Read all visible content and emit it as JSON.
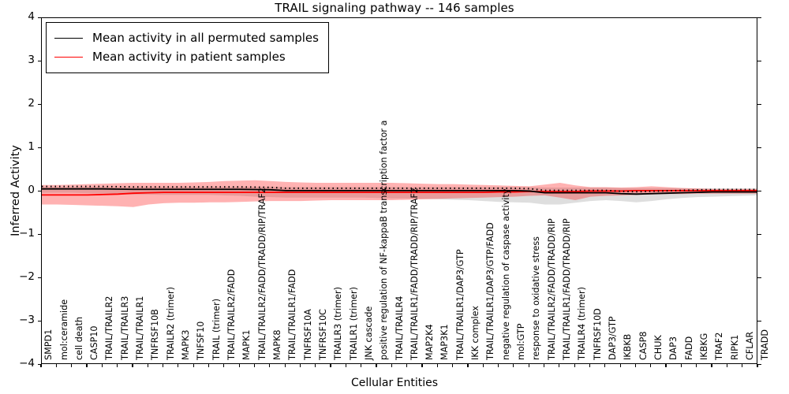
{
  "chart_data": {
    "type": "line",
    "title": "TRAIL signaling pathway -- 146 samples",
    "xlabel": "Cellular Entities",
    "ylabel": "Inferred Activity",
    "ylim": [
      -4,
      4
    ],
    "yticks": [
      "4",
      "3",
      "2",
      "1",
      "0",
      "-1",
      "-2",
      "-3",
      "-4"
    ],
    "grid": false,
    "legend_position": "upper left",
    "legend": [
      {
        "name": "Mean activity in all permuted samples",
        "color": "#000000"
      },
      {
        "name": "Mean activity in patient samples",
        "color": "#ff0000"
      }
    ],
    "categories": [
      "SMPD1",
      "mol:ceramide",
      "cell death",
      "CASP10",
      "TRAIL/TRAILR2",
      "TRAIL/TRAILR3",
      "TRAIL/TRAILR1",
      "TNFRSF10B",
      "TRAILR2 (trimer)",
      "MAPK3",
      "TNFSF10",
      "TRAIL (trimer)",
      "TRAIL/TRAILR2/FADD",
      "MAPK1",
      "TRAIL/TRAILR2/FADD/TRADD/RIP/TRAF2",
      "MAPK8",
      "TRAIL/TRAILR1/FADD",
      "TNFRSF10A",
      "TNFRSF10C",
      "TRAILR3 (trimer)",
      "TRAILR1 (trimer)",
      "JNK cascade",
      "positive regulation of NF-kappaB transcription factor a",
      "TRAIL/TRAILR4",
      "TRAIL/TRAILR1/FADD/TRADD/RIP/TRAF2",
      "MAP2K4",
      "MAP3K1",
      "TRAIL/TRAILR1/DAP3/GTP",
      "IKK complex",
      "TRAIL/TRAILR1/DAP3/GTP/FADD",
      "negative regulation of caspase activity",
      "mol:GTP",
      "response to oxidative stress",
      "TRAIL/TRAILR2/FADD/TRADD/RIP",
      "TRAIL/TRAILR1/FADD/TRADD/RIP",
      "TRAILR4 (trimer)",
      "TNFRSF10D",
      "DAP3/GTP",
      "IKBKB",
      "CASP8",
      "CHUK",
      "DAP3",
      "FADD",
      "IKBKG",
      "TRAF2",
      "RIPK1",
      "CFLAR",
      "TRADD"
    ],
    "series": [
      {
        "name": "Mean activity in all permuted samples",
        "color": "#000000",
        "values": [
          0.06,
          0.06,
          0.06,
          0.06,
          0.06,
          0.055,
          0.05,
          0.05,
          0.05,
          0.05,
          0.05,
          0.05,
          0.05,
          0.05,
          0.045,
          0.04,
          0.02,
          0.02,
          0.02,
          0.02,
          0.02,
          0.02,
          0.02,
          0.02,
          0.02,
          0.02,
          0.02,
          0.02,
          0.02,
          0.02,
          0.02,
          0.02,
          0.01,
          -0.03,
          -0.03,
          -0.03,
          -0.03,
          -0.03,
          -0.05,
          -0.06,
          -0.05,
          -0.04,
          -0.03,
          -0.02,
          -0.01,
          -0.01,
          -0.01,
          -0.01
        ],
        "band_lower": [
          -0.03,
          -0.03,
          -0.03,
          -0.04,
          -0.05,
          -0.06,
          -0.07,
          -0.07,
          -0.08,
          -0.08,
          -0.08,
          -0.08,
          -0.09,
          -0.1,
          -0.12,
          -0.13,
          -0.14,
          -0.14,
          -0.14,
          -0.14,
          -0.14,
          -0.14,
          -0.15,
          -0.16,
          -0.16,
          -0.17,
          -0.18,
          -0.19,
          -0.2,
          -0.22,
          -0.24,
          -0.25,
          -0.26,
          -0.3,
          -0.3,
          -0.26,
          -0.22,
          -0.2,
          -0.22,
          -0.25,
          -0.22,
          -0.18,
          -0.15,
          -0.13,
          -0.12,
          -0.11,
          -0.1,
          -0.09
        ],
        "band_upper": [
          0.1,
          0.1,
          0.1,
          0.11,
          0.11,
          0.11,
          0.11,
          0.11,
          0.11,
          0.11,
          0.11,
          0.11,
          0.11,
          0.11,
          0.11,
          0.11,
          0.1,
          0.1,
          0.1,
          0.1,
          0.1,
          0.1,
          0.1,
          0.1,
          0.1,
          0.1,
          0.1,
          0.1,
          0.1,
          0.1,
          0.1,
          0.1,
          0.1,
          0.09,
          0.09,
          0.09,
          0.09,
          0.09,
          0.08,
          0.08,
          0.08,
          0.08,
          0.08,
          0.07,
          0.07,
          0.07,
          0.07,
          0.07
        ]
      },
      {
        "name": "Mean activity in patient samples",
        "color": "#ff0000",
        "values": [
          -0.08,
          -0.08,
          -0.08,
          -0.08,
          -0.07,
          -0.06,
          -0.04,
          -0.03,
          -0.02,
          -0.02,
          -0.02,
          -0.02,
          -0.02,
          -0.02,
          -0.02,
          -0.02,
          -0.02,
          -0.02,
          -0.02,
          -0.02,
          -0.02,
          -0.02,
          -0.02,
          -0.02,
          -0.02,
          -0.02,
          -0.02,
          -0.02,
          -0.02,
          -0.02,
          -0.01,
          -0.01,
          0.0,
          0.0,
          0.0,
          0.0,
          0.01,
          0.01,
          0.01,
          0.02,
          0.02,
          0.02,
          0.02,
          0.02,
          0.02,
          0.02,
          0.02,
          0.02
        ],
        "band_lower": [
          -0.3,
          -0.3,
          -0.31,
          -0.32,
          -0.33,
          -0.34,
          -0.36,
          -0.3,
          -0.27,
          -0.26,
          -0.26,
          -0.25,
          -0.25,
          -0.24,
          -0.23,
          -0.22,
          -0.22,
          -0.22,
          -0.21,
          -0.2,
          -0.2,
          -0.2,
          -0.2,
          -0.2,
          -0.19,
          -0.18,
          -0.17,
          -0.16,
          -0.15,
          -0.14,
          -0.13,
          -0.12,
          -0.1,
          -0.09,
          -0.14,
          -0.2,
          -0.12,
          -0.1,
          -0.09,
          -0.08,
          -0.07,
          -0.06,
          -0.06,
          -0.05,
          -0.05,
          -0.05,
          -0.05,
          -0.05
        ],
        "band_upper": [
          0.15,
          0.15,
          0.16,
          0.17,
          0.18,
          0.19,
          0.2,
          0.2,
          0.2,
          0.2,
          0.21,
          0.22,
          0.24,
          0.25,
          0.26,
          0.24,
          0.22,
          0.21,
          0.2,
          0.2,
          0.2,
          0.2,
          0.2,
          0.2,
          0.19,
          0.18,
          0.17,
          0.17,
          0.16,
          0.15,
          0.14,
          0.13,
          0.12,
          0.16,
          0.2,
          0.14,
          0.1,
          0.1,
          0.09,
          0.1,
          0.12,
          0.1,
          0.08,
          0.07,
          0.06,
          0.06,
          0.06,
          0.06
        ]
      }
    ]
  }
}
